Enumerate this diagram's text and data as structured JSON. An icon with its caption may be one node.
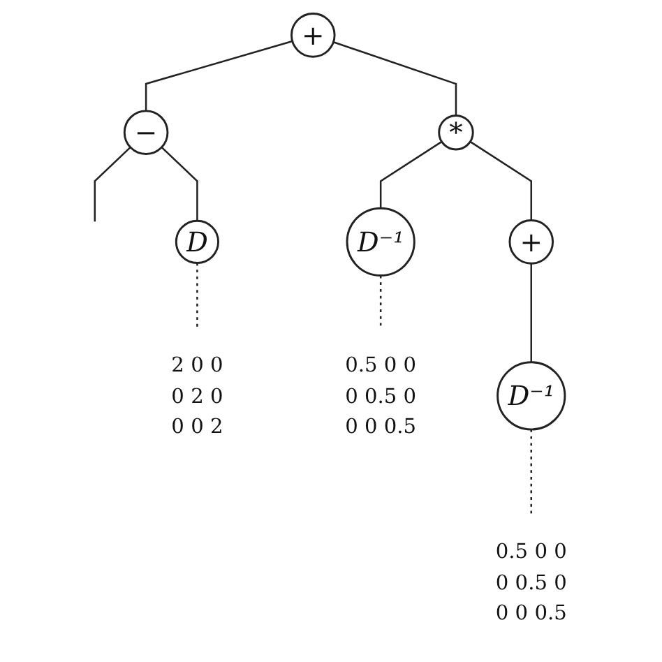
{
  "diagram": {
    "nodes": [
      {
        "text": [
          "+"
        ]
      },
      {
        "text": [
          "−"
        ]
      },
      {
        "text": [
          "D"
        ]
      },
      {
        "text": [
          "*"
        ]
      },
      {
        "text": [
          "D⁻¹"
        ]
      },
      {
        "text": [
          "+"
        ]
      },
      {
        "text": [
          "D⁻¹"
        ]
      },
      {
        "text": [
          "2 0 0",
          "0 2 0",
          "0 0 2"
        ]
      },
      {
        "text": [
          "0.5 0 0",
          "0 0.5 0",
          "0 0 0.5"
        ]
      },
      {
        "text": [
          "0.5 0 0",
          "0 0.5 0",
          "0 0 0.5"
        ]
      }
    ],
    "edges": [
      {
        "from": 0,
        "to": 1,
        "arrow": "none"
      },
      {
        "from": 0,
        "to": 3,
        "arrow": "none"
      },
      {
        "from": 1,
        "to": null,
        "arrow": "none"
      },
      {
        "from": 1,
        "to": 2,
        "arrow": "none"
      },
      {
        "from": 3,
        "to": 4,
        "arrow": "none"
      },
      {
        "from": 3,
        "to": 5,
        "arrow": "none"
      },
      {
        "from": 5,
        "to": 6,
        "arrow": "none"
      },
      {
        "from": 2,
        "to": 7,
        "arrow": "none",
        "style": "dashed"
      },
      {
        "from": 4,
        "to": 8,
        "arrow": "none",
        "style": "dashed"
      },
      {
        "from": 6,
        "to": 9,
        "arrow": "none",
        "style": "dashed"
      }
    ]
  }
}
